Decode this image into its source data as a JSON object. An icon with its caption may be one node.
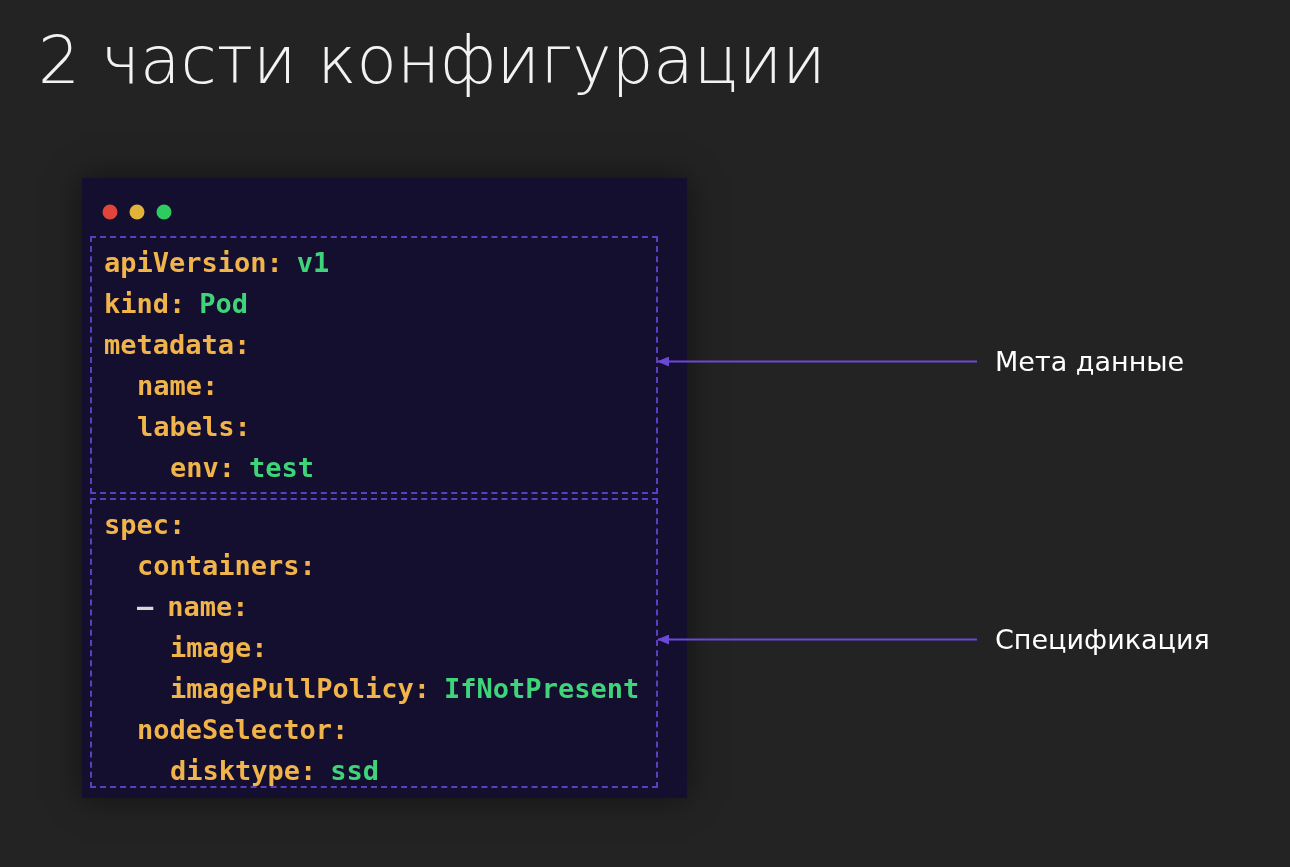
{
  "diagram": {
    "title": "2 части конфигурации",
    "nodes": [
      {
        "text": [],
        "shape": "box"
      },
      {
        "text": [
          "apiVersion:",
          "v1",
          "kind:",
          "Pod",
          "metadata:",
          "name:",
          "labels:",
          "env:",
          "test"
        ],
        "in": 0
      },
      {
        "text": [
          "spec:",
          "containers:",
          "–",
          "name:",
          "image:",
          "imagePullPolicy:",
          "IfNotPresent",
          "nodeSelector:",
          "disktype:",
          "ssd"
        ],
        "in": 0
      },
      {
        "text": [
          "Мета данные"
        ]
      },
      {
        "text": [
          "Спецификация"
        ]
      }
    ],
    "edges": [
      {
        "from": 3,
        "to": 1,
        "arrow": "to"
      },
      {
        "from": 4,
        "to": 2,
        "arrow": "to"
      }
    ]
  }
}
